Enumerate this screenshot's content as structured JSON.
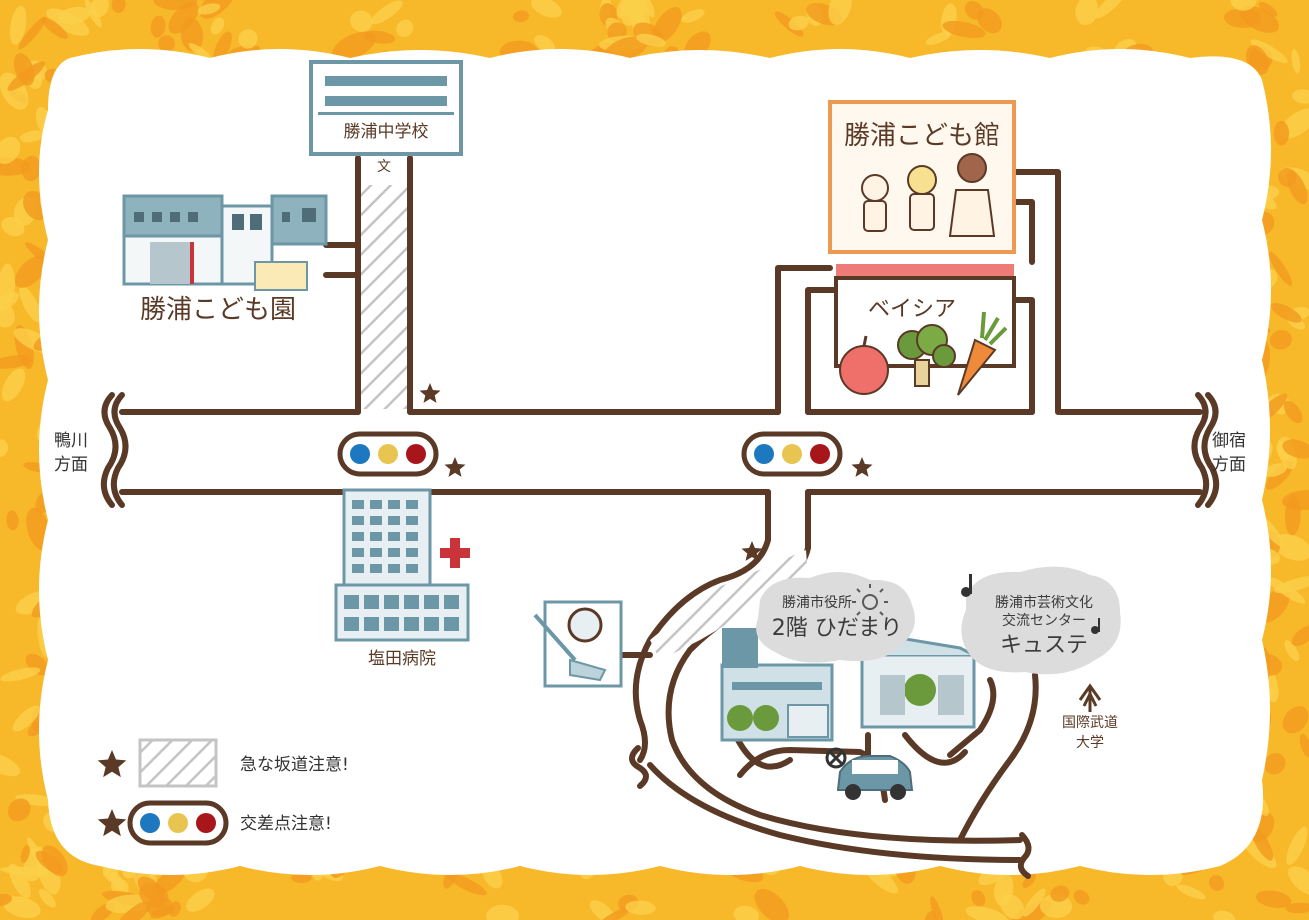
{
  "colors": {
    "road": "#5a3a26",
    "frame_yellow": "#f7b82a",
    "frame_orange": "#f29a1e",
    "blue_building": "#6c97a6",
    "orange_building": "#ec9a52",
    "signal_blue": "#1e78bf",
    "signal_yellow": "#e8c551",
    "signal_red": "#a8161c",
    "hospital_cross": "#c9343a",
    "star": "#5a3a26"
  },
  "places": {
    "junior_high": "勝浦中学校",
    "school_symbol": "文",
    "kindergarten": "勝浦こども園",
    "kodomo_kan": "勝浦こども館",
    "supermarket": "ベイシア",
    "hospital": "塩田病院",
    "city_hall_line1": "勝浦市役所",
    "city_hall_line2": "2階 ひだまり",
    "arts_center_line1": "勝浦市芸術文化",
    "arts_center_line2": "交流センター",
    "arts_center_line3": "キュステ",
    "university_line1": "国際武道",
    "university_line2": "大学",
    "university_symbol": "⩚"
  },
  "directions": {
    "west_line1": "鴨川",
    "west_line2": "方面",
    "east_line1": "御宿",
    "east_line2": "方面"
  },
  "legend": {
    "slope_text": "急な坂道注意!",
    "intersection_text": "交差点注意!"
  },
  "icons": [
    "star-icon",
    "traffic-signal-icon",
    "school-building-icon",
    "hospital-cross-icon",
    "kendo-icon",
    "police-car-icon",
    "police-box-icon",
    "music-note-icon",
    "sun-icon",
    "university-icon",
    "apple-icon",
    "broccoli-icon",
    "carrot-icon",
    "children-icon"
  ]
}
